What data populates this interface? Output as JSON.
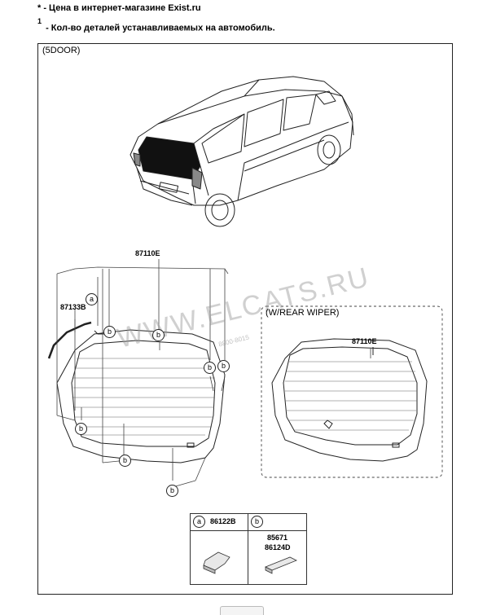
{
  "notes": {
    "price_note": "* - Цена в интернет-магазине Exist.ru",
    "qty_mark": "1",
    "qty_note": " - Кол-во деталей устанавливаемых на автомобиль."
  },
  "diagram": {
    "variant_label": "(5DOOR)",
    "rear_wiper_label": "(W/REAR WIPER)",
    "watermark": "WWW.ELCATS.RU",
    "watermark_small": "8800-8015",
    "parts": {
      "glass_main": "87110E",
      "glass_wiper": "87110E",
      "molding": "87133B",
      "fastener_a": "86122B",
      "fastener_b_1": "85671",
      "fastener_b_2": "86124D"
    },
    "callouts": {
      "a": "a",
      "b": "b"
    }
  }
}
